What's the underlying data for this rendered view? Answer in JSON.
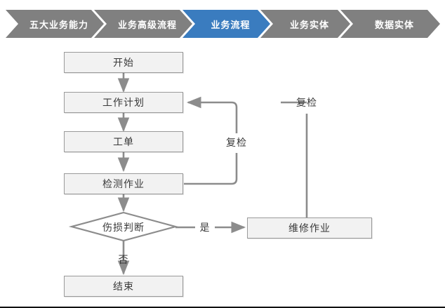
{
  "breadcrumb": {
    "active_color": "#3a7cbf",
    "inactive_color": "#808080",
    "items": [
      {
        "label": "五大业务能力",
        "active": false
      },
      {
        "label": "业务高级流程",
        "active": false
      },
      {
        "label": "业务流程",
        "active": true
      },
      {
        "label": "业务实体",
        "active": false
      },
      {
        "label": "数据实体",
        "active": false
      }
    ]
  },
  "flowchart": {
    "node_fill": "#f2f2f2",
    "node_border": "#9a9a9a",
    "edge_color": "#8c8c8c",
    "text_color": "#3a3a3a",
    "nodes": [
      {
        "id": "start",
        "label": "开始"
      },
      {
        "id": "workplan",
        "label": "工作计划"
      },
      {
        "id": "workorder",
        "label": "工单"
      },
      {
        "id": "inspect",
        "label": "检测作业"
      },
      {
        "id": "decision",
        "label": "伤损判断"
      },
      {
        "id": "repair",
        "label": "维修作业"
      },
      {
        "id": "end",
        "label": "结束"
      }
    ],
    "edge_labels": [
      {
        "id": "recheck-inner",
        "label": "复检"
      },
      {
        "id": "recheck-outer",
        "label": "复检"
      },
      {
        "id": "yes",
        "label": "是"
      },
      {
        "id": "no",
        "label": "否"
      }
    ]
  }
}
